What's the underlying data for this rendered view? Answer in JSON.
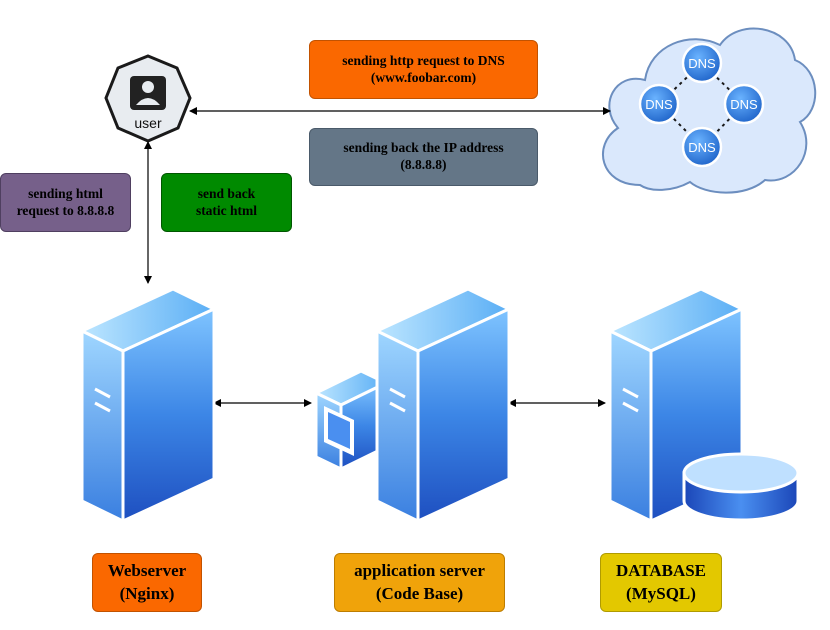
{
  "user": {
    "label": "user"
  },
  "dns": {
    "node_label": "DNS"
  },
  "labels": {
    "dns_request": [
      "sending http request to DNS",
      "(www.foobar.com)"
    ],
    "ip_back": [
      "sending back the IP address",
      "(8.8.8.8)"
    ],
    "html_request": [
      "sending html",
      "request to 8.8.8.8"
    ],
    "static_html": [
      "send back",
      "static html"
    ],
    "webserver": [
      "Webserver",
      "(Nginx)"
    ],
    "app_server": [
      "application server",
      "(Code Base)"
    ],
    "database": [
      "DATABASE",
      "(MySQL)"
    ]
  },
  "colors": {
    "dns_request": "#fa6800",
    "ip_back": "#647687",
    "html_request": "#76608a",
    "static_html": "#008a00",
    "webserver": "#fa6800",
    "app_server": "#f0a30a",
    "database": "#e3c800",
    "server_blue": "#3b7dd8",
    "cloud_fill": "#dae8fc"
  }
}
